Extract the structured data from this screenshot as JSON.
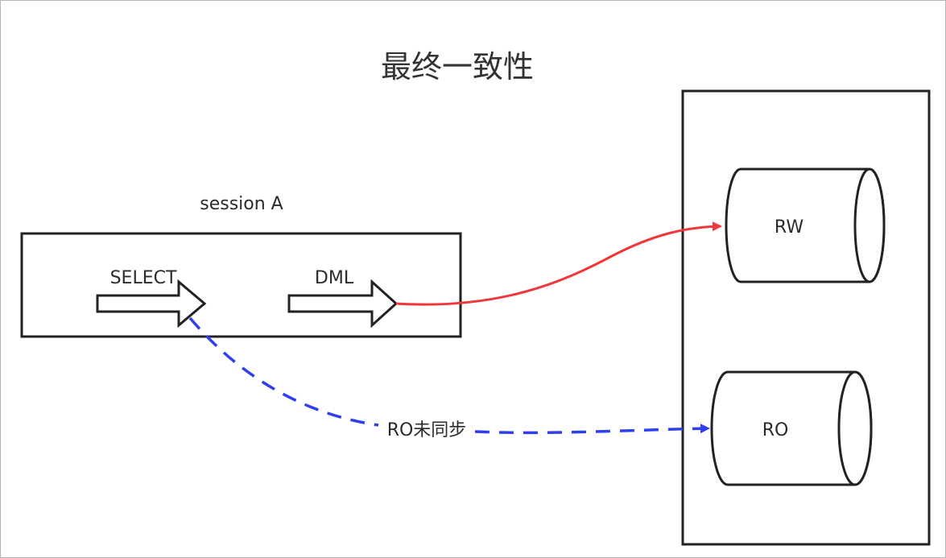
{
  "title": "最终一致性",
  "session": {
    "label": "session A",
    "select_label": "SELECT",
    "dml_label": "DML"
  },
  "nodes": {
    "rw_label": "RW",
    "ro_label": "RO"
  },
  "edges": {
    "dml_to_rw_color": "#f0373b",
    "select_to_ro_color": "#2f3ff0",
    "select_to_ro_label": "RO未同步"
  }
}
